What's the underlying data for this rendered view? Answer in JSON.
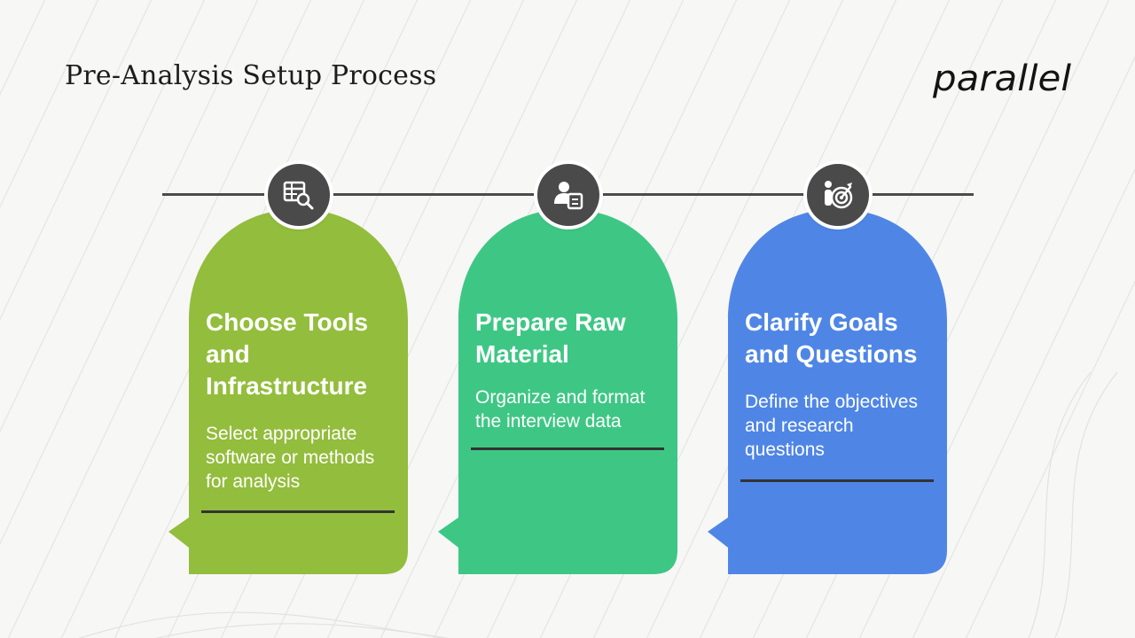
{
  "header": {
    "title": "Pre-Analysis Setup Process",
    "logo_text": "parallel"
  },
  "steps": [
    {
      "title": "Choose Tools and Infrastructure",
      "description": "Select appropriate software or methods for analysis",
      "color": "#93bd3c",
      "icon": "table-search-icon"
    },
    {
      "title": "Prepare Raw Material",
      "description": "Organize and format the interview data",
      "color": "#3ec784",
      "icon": "user-document-icon"
    },
    {
      "title": "Clarify Goals and Questions",
      "description": "Define the objectives and research questions",
      "color": "#4f86e6",
      "icon": "person-target-icon"
    }
  ]
}
